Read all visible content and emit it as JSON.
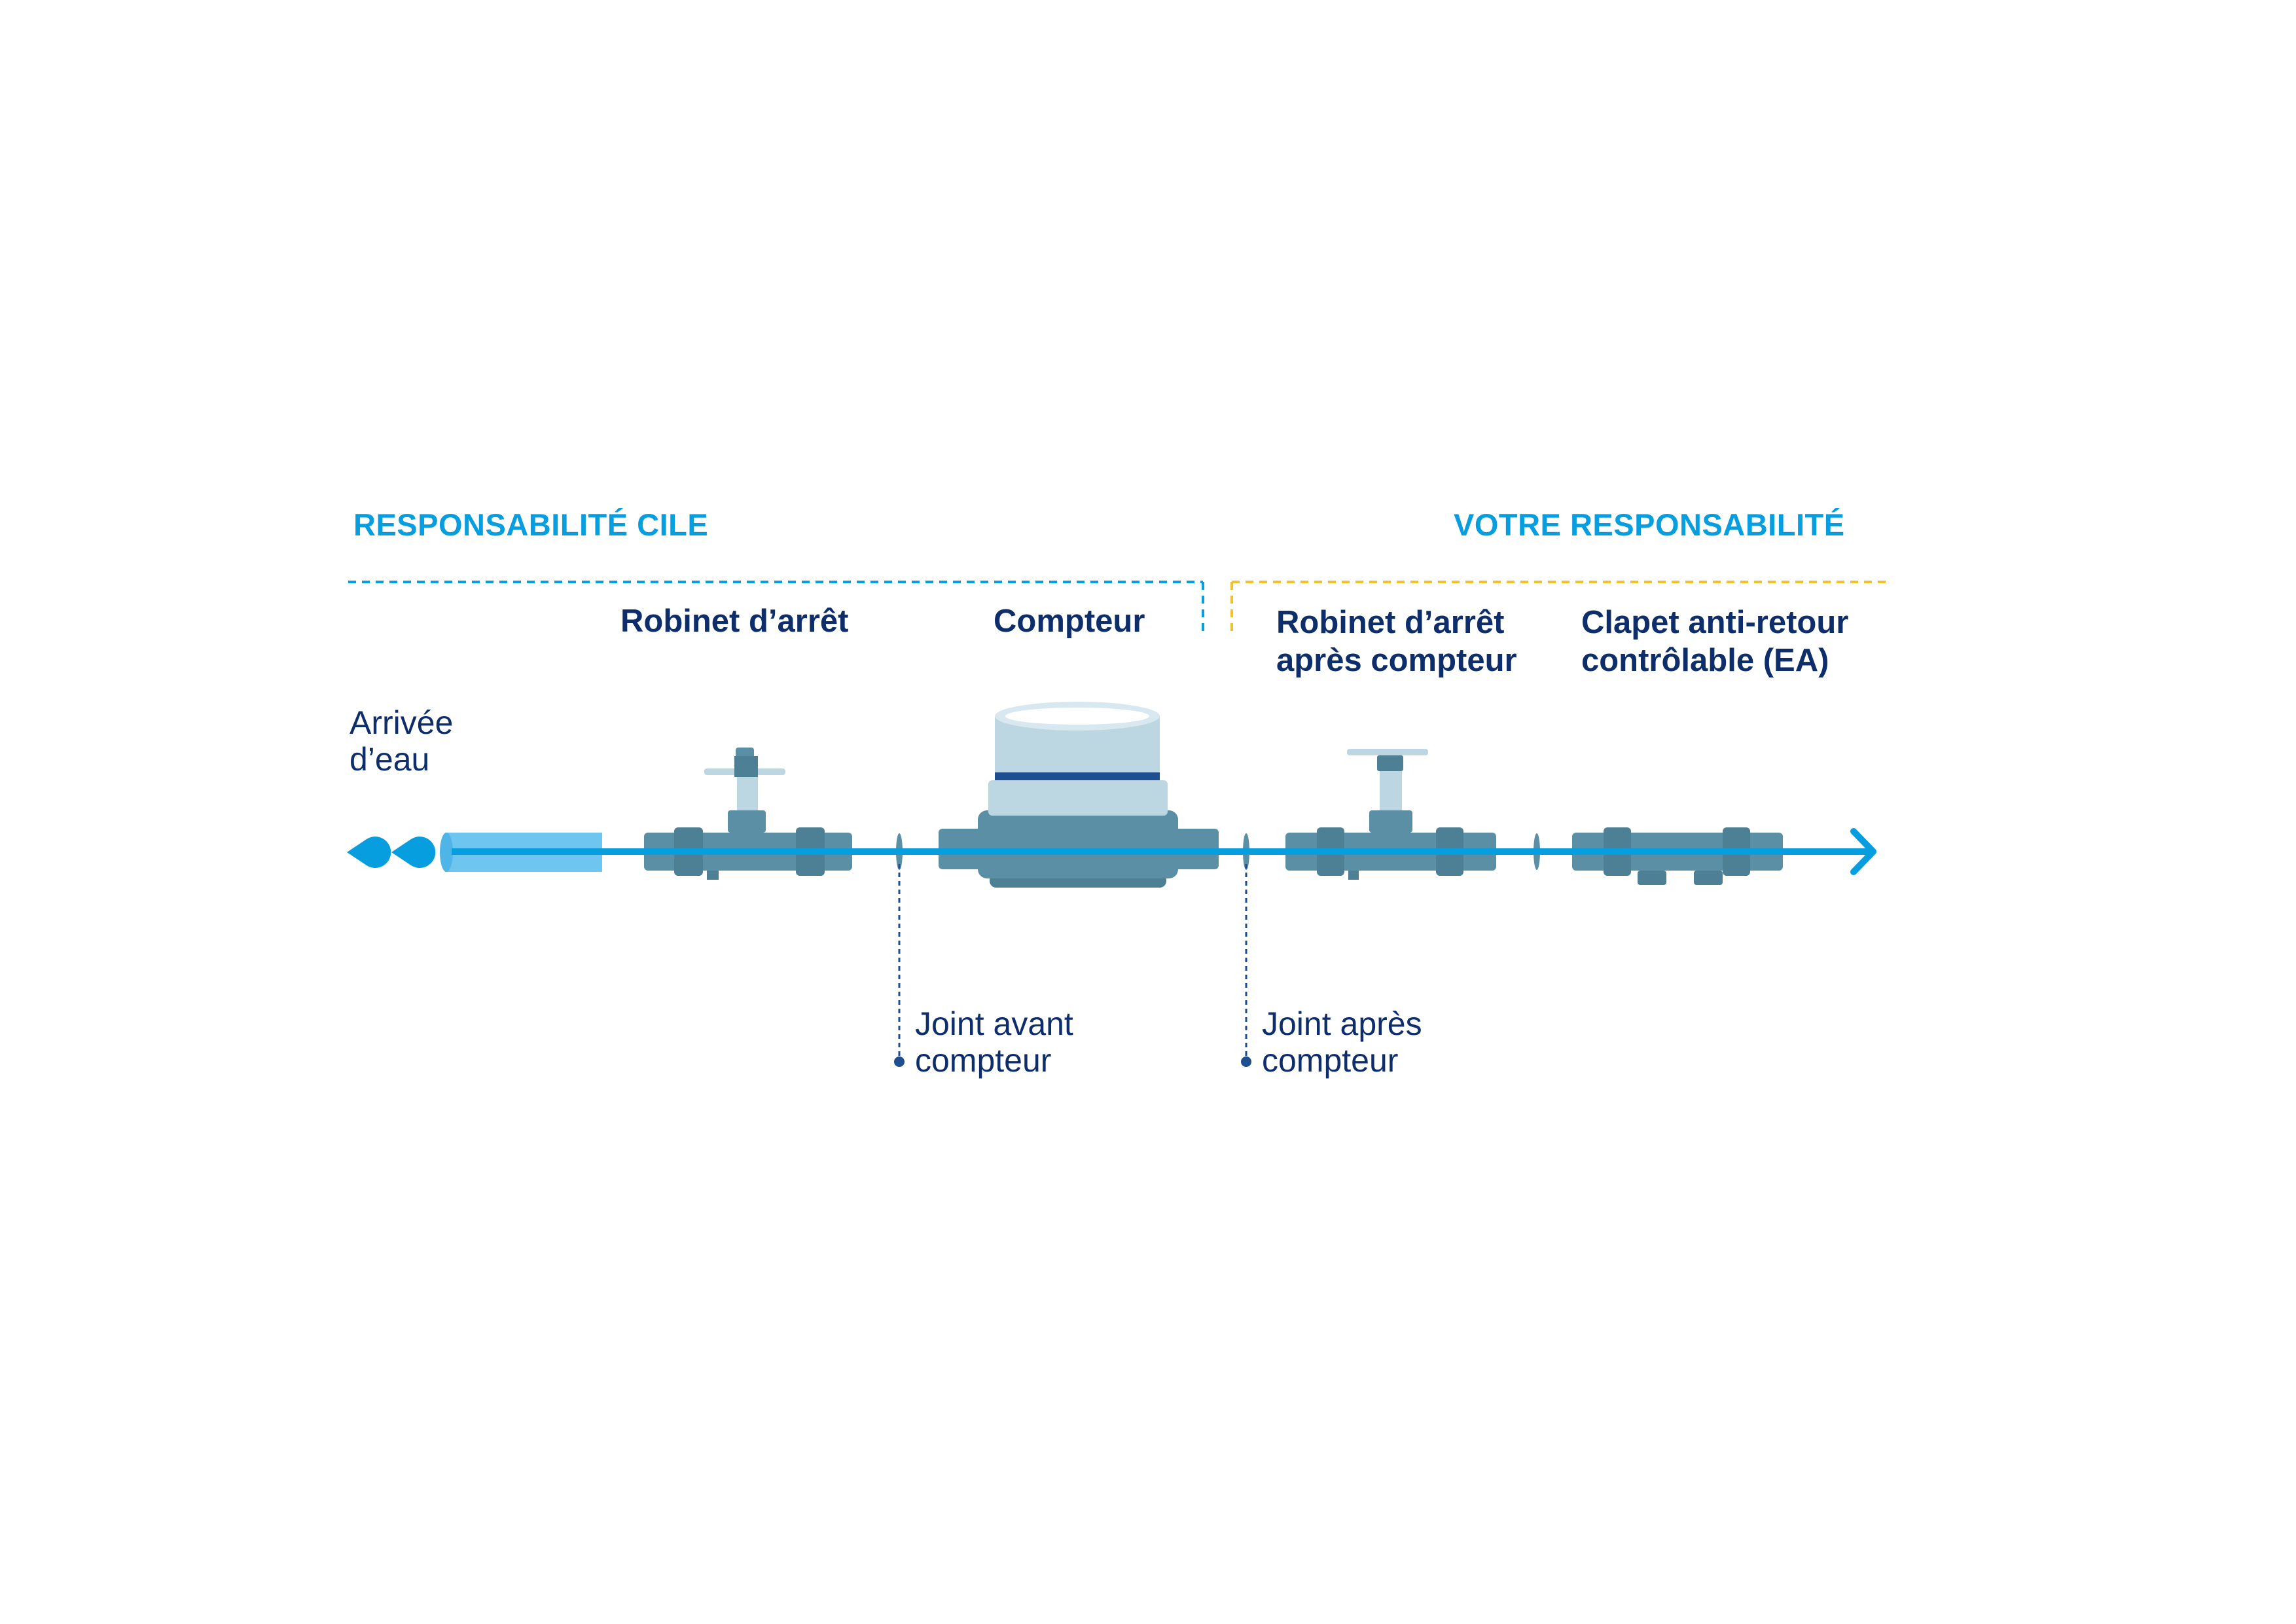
{
  "zones": {
    "cile": {
      "title": "RESPONSABILITÉ CILE"
    },
    "user": {
      "title": "VOTRE RESPONSABILITÉ"
    }
  },
  "components": {
    "robinet": {
      "label": "Robinet d’arrêt"
    },
    "compteur": {
      "label": "Compteur"
    },
    "robinet_apres": {
      "lines": [
        "Robinet d’arrêt",
        "après compteur"
      ]
    },
    "clapet": {
      "lines": [
        "Clapet anti-retour",
        "contrôlable (EA)"
      ]
    }
  },
  "inlet": {
    "lines": [
      "Arrivée",
      "d’eau"
    ]
  },
  "joints": {
    "avant": {
      "lines": [
        "Joint avant",
        "compteur"
      ]
    },
    "apres": {
      "lines": [
        "Joint après",
        "compteur"
      ]
    }
  },
  "colors": {
    "flow": "#079ee0",
    "dark_text": "#0d2d6b",
    "pipe_light": "#6ec6f0",
    "equipment": "#5a8fa6",
    "equipment_light": "#bcd6e2",
    "cile_border": "#079ee0",
    "user_border": "#f2c12e"
  },
  "icons": [
    "water-drop-icon",
    "flow-arrow-icon"
  ]
}
